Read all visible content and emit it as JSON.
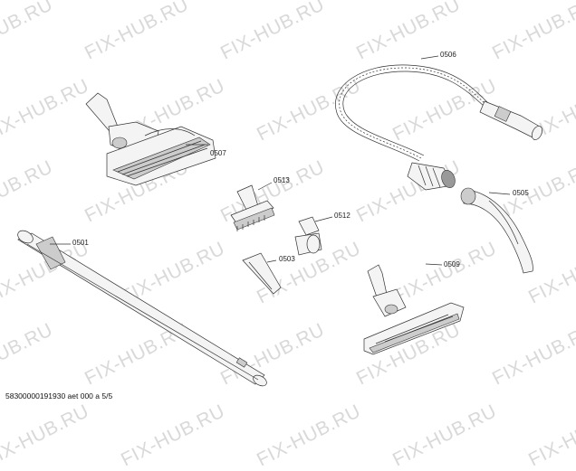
{
  "watermark": "FIX-HUB.RU",
  "parts": [
    {
      "id": "p0506",
      "label": "0506"
    },
    {
      "id": "p0507",
      "label": "0507"
    },
    {
      "id": "p0513",
      "label": "0513"
    },
    {
      "id": "p0512",
      "label": "0512"
    },
    {
      "id": "p0505",
      "label": "0505"
    },
    {
      "id": "p0501",
      "label": "0501"
    },
    {
      "id": "p0503",
      "label": "0503"
    },
    {
      "id": "p0509",
      "label": "0509"
    }
  ],
  "footer": "58300000191930 aet 000 a 5/5"
}
